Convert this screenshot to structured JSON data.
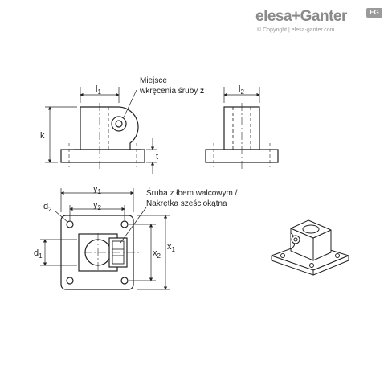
{
  "brand": {
    "name": "elesa+Ganter",
    "badge": "EG",
    "copyright": "© Copyright | elesa-ganter.com"
  },
  "callouts": {
    "screw_location_line1": "Miejsce",
    "screw_location_line2_prefix": "wkręcenia śruby ",
    "screw_location_bold": "z",
    "screw_nut_line1": "Śruba z łbem walcowym /",
    "screw_nut_line2": "Nakrętka sześciokątna"
  },
  "dimensions": {
    "l1": "l",
    "l1_sub": "1",
    "l2": "l",
    "l2_sub": "2",
    "k": "k",
    "t": "t",
    "y1": "y",
    "y1_sub": "1",
    "y2": "y",
    "y2_sub": "2",
    "d2": "d",
    "d2_sub": "2",
    "d1": "d",
    "d1_sub": "1",
    "x2": "x",
    "x2_sub": "2",
    "x1": "x",
    "x1_sub": "1"
  }
}
